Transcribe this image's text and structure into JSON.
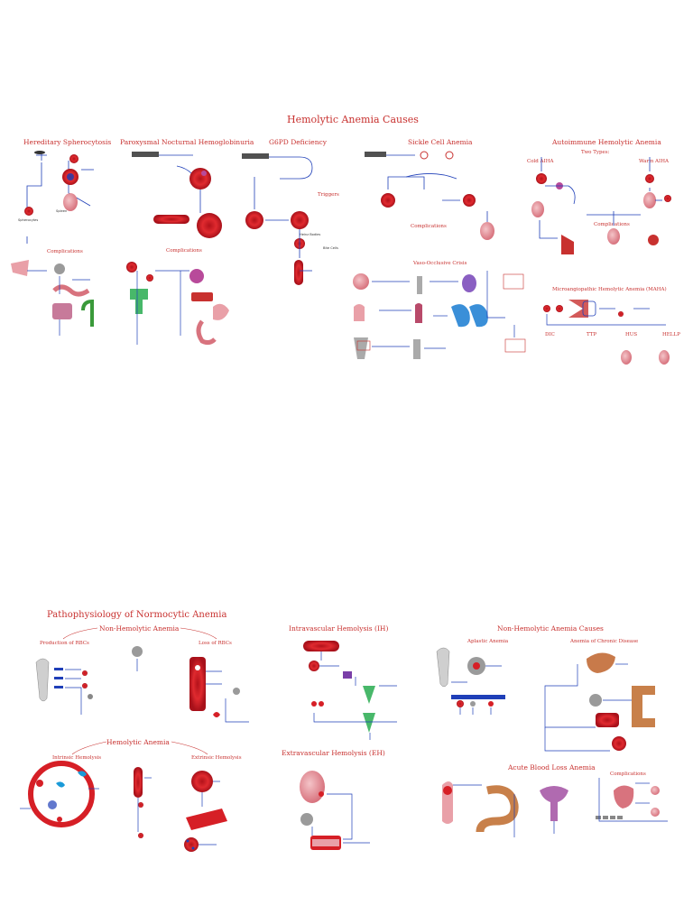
{
  "colors": {
    "accent": "#c8312f",
    "blood": "#d61f26",
    "blue": "#1f3fb8",
    "organ": "#e9a0a8"
  },
  "top": {
    "title": "Hemolytic Anemia Causes",
    "sections": {
      "hs": "Hereditary Spherocytosis",
      "pnh": "Paroxysmal Nocturnal Hemoglobinuria",
      "g6pd": "G6PD Deficiency",
      "sickle": "Sickle Cell Anemia",
      "aiha": "Autoimmune Hemolytic Anemia"
    },
    "labels": {
      "complications": "Complications",
      "triggers": "Triggers",
      "voc": "Vaso-Occlusive Crisis",
      "two_types": "Two Types:",
      "cold": "Cold AIHA",
      "warm": "Warm AIHA",
      "maha": "Microangiopathic Hemolytic Anemia (MAHA)",
      "dic": "DIC",
      "ttp": "TTP",
      "hus": "HUS",
      "hellp": "HELLP",
      "spleen": "Spleen",
      "spherocytes": "Spherocytes",
      "bite_cells": "Bite Cells",
      "heinz_bodies": "Heinz Bodies"
    }
  },
  "bottom": {
    "title": "Pathophysiology of Normocytic Anemia",
    "left": {
      "non_hemolytic": "Non-Hemolytic Anemia",
      "production": "Production of RBCs",
      "loss": "Loss of RBCs",
      "hemolytic": "Hemolytic Anemia",
      "intrinsic": "Intrinsic Hemolysis",
      "extrinsic": "Extrinsic Hemolysis"
    },
    "middle": {
      "ih": "Intravascular Hemolysis (IH)",
      "eh": "Extravascular Hemolysis (EH)"
    },
    "right": {
      "causes": "Non-Hemolytic Anemia Causes",
      "aplastic": "Aplastic Anemia",
      "chronic": "Anemia of Chronic Disease",
      "acute": "Acute Blood Loss Anemia",
      "complications": "Complications"
    }
  }
}
